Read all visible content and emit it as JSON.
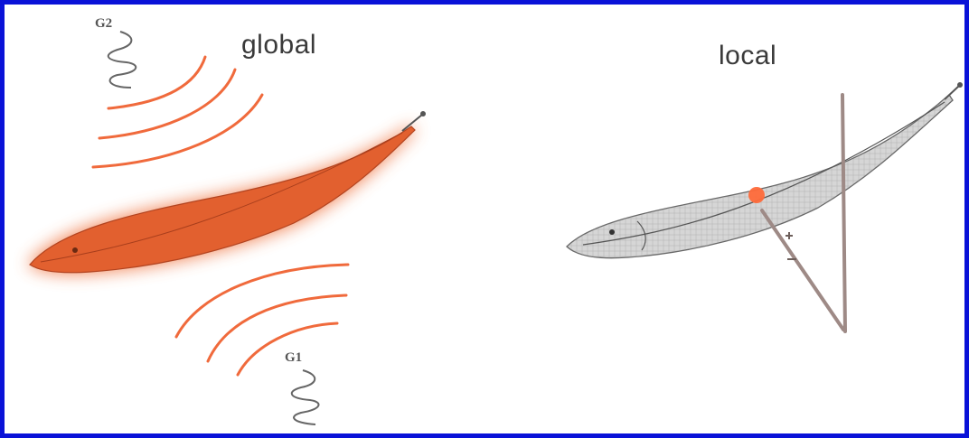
{
  "labels": {
    "global": "global",
    "local": "local",
    "g1": "G1",
    "g2": "G2"
  },
  "colors": {
    "frame": "#0a12d8",
    "wave": "#f06a3c",
    "fish_global": "#e8663a",
    "fish_local": "#cfcfcf",
    "stimulus_dot": "#ff6a3a",
    "probe": "#9e8a86"
  },
  "icons": {
    "left_panel": "glowing-fish-icon",
    "right_panel": "gray-fish-icon",
    "generators": "coil-icon"
  }
}
